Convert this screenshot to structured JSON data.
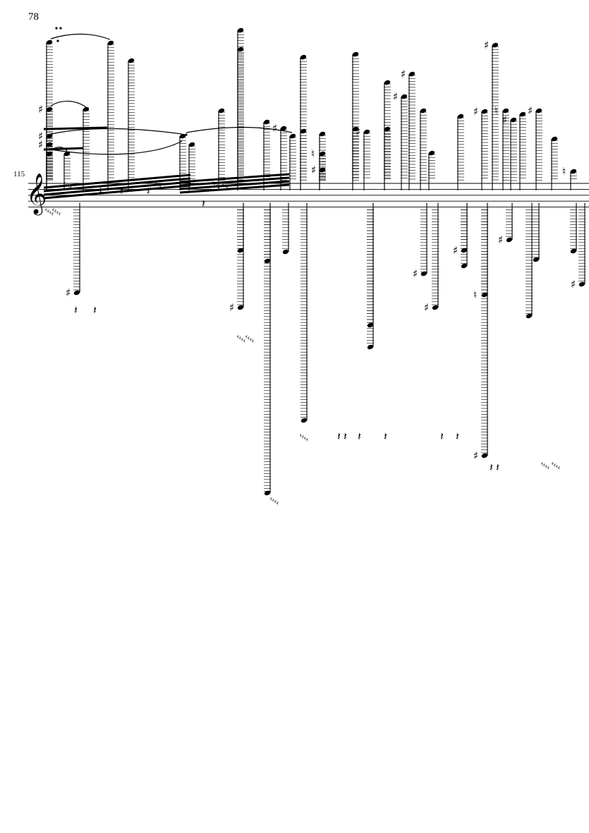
{
  "page": {
    "page_number": "78",
    "measure_number": "115",
    "clef": "treble",
    "ink_color": "#000000",
    "paper_color": "#ffffff"
  }
}
